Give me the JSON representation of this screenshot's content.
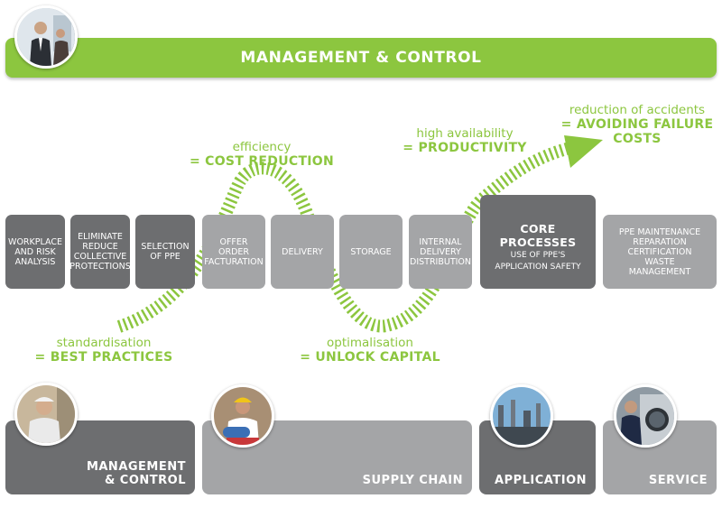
{
  "header": {
    "title": "MANAGEMENT & CONTROL"
  },
  "process_steps": [
    {
      "lines": [
        "WORKPLACE",
        "AND RISK",
        "ANALYSIS"
      ]
    },
    {
      "lines": [
        "ELIMINATE",
        "REDUCE",
        "COLLECTIVE",
        "PROTECTIONS"
      ]
    },
    {
      "lines": [
        "SELECTION",
        "OF PPE"
      ]
    },
    {
      "lines": [
        "OFFER ORDER",
        "FACTURATION"
      ]
    },
    {
      "lines": [
        "DELIVERY"
      ]
    },
    {
      "lines": [
        "STORAGE"
      ]
    },
    {
      "lines": [
        "INTERNAL",
        "DELIVERY",
        "DISTRIBUTION"
      ]
    }
  ],
  "core": {
    "title": "CORE PROCESSES",
    "lines": [
      "USE OF PPE'S",
      "APPLICATION SAFETY"
    ]
  },
  "service_step": {
    "lines": [
      "PPE MAINTENANCE",
      "REPARATION",
      "CERTIFICATION",
      "WASTE",
      "MANAGEMENT"
    ]
  },
  "annotations": {
    "efficiency": {
      "label": "efficiency",
      "value": "= COST REDUCTION"
    },
    "availability": {
      "label": "high availability",
      "value": "= PRODUCTIVITY"
    },
    "accidents": {
      "label": "reduction of accidents",
      "value1": "= AVOIDING FAILURE",
      "value2": "COSTS"
    },
    "standardisation": {
      "label": "standardisation",
      "value": "= BEST PRACTICES"
    },
    "optimalisation": {
      "label": "optimalisation",
      "value": "= UNLOCK CAPITAL"
    }
  },
  "sections": {
    "management": {
      "line1": "MANAGEMENT",
      "line2": "& CONTROL"
    },
    "supply_chain": {
      "label": "SUPPLY CHAIN"
    },
    "application": {
      "label": "APPLICATION"
    },
    "service": {
      "label": "SERVICE"
    }
  },
  "colors": {
    "accent": "#8cc63f",
    "dark_box": "#6d6e70",
    "light_box": "#a4a5a7"
  }
}
